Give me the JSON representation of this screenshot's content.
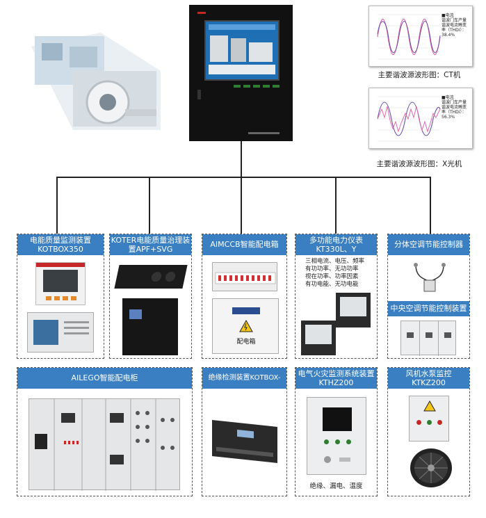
{
  "cards": {
    "kotbox350": {
      "line1": "电能质量监测装置",
      "line2": "KOTBOX350"
    },
    "apf": {
      "line1": "KOTER电能质量治理装",
      "line2": "置APF+SVG"
    },
    "aimccb": {
      "line1": "AIMCCB智能配电箱"
    },
    "meter": {
      "line1": "多功能电力仪表",
      "line2": "KT330L、Y",
      "features": [
        "三相电流、电压、频率",
        "有功功率、无功功率",
        "视在功率、功率因素",
        "有功电能、无功电能"
      ]
    },
    "split_ac": {
      "line1": "分体空调节能控制器"
    },
    "central_ac": {
      "line1": "中央空调节能控制装置"
    },
    "ailego": {
      "line1": "AILEGO智能配电柜"
    },
    "insulation": {
      "line1": "绝缘检测装置KOTBOX-"
    },
    "fire": {
      "line1": "电气火灾监测系统装置",
      "line2": "KTHZ200",
      "caption": "绝缘、漏电、温度"
    },
    "fan": {
      "line1": "风机水泵监控",
      "line2": "KTKZ200"
    }
  },
  "waveforms": {
    "ct_caption": "主要谐波源波形图：CT机",
    "xray_caption": "主要谐波源波形图：X光机",
    "ct_legend": [
      "■电流",
      "谐波门车产量",
      "谐波电流畸变",
      "率（THDi）：",
      "38.4%"
    ],
    "xray_legend": [
      "■电流",
      "谐波门车产量",
      "谐波电流畸变",
      "率（THDi）：",
      "56.3%"
    ]
  },
  "devices": {
    "distribution_box_label": "配电箱"
  },
  "colors": {
    "header_blue": "#3a7fc1",
    "panel_black": "#111111",
    "line": "#222222"
  }
}
